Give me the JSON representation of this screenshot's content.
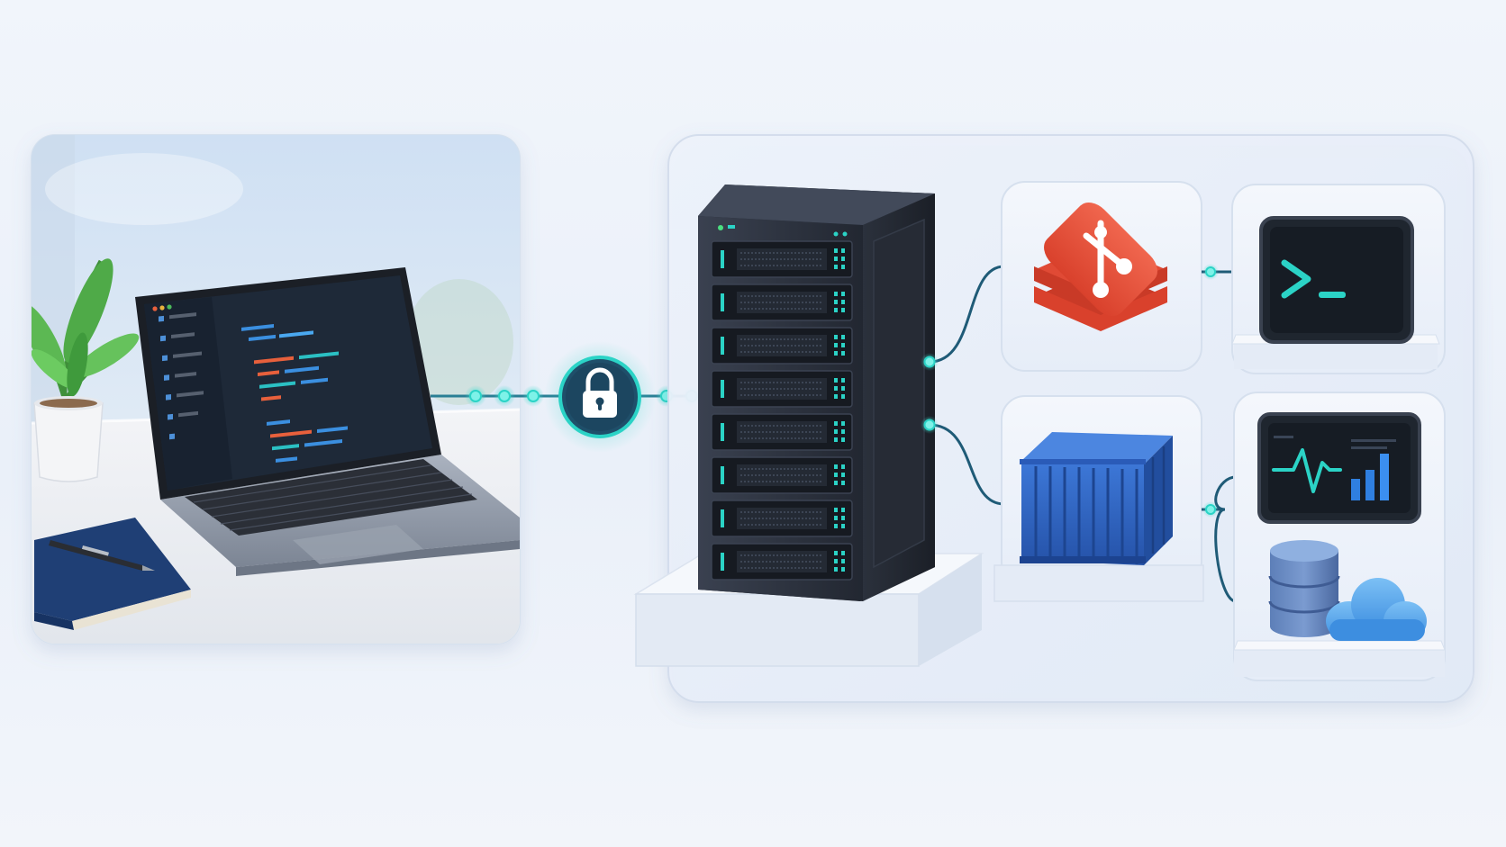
{
  "diagram": {
    "nodes": [
      {
        "id": "workstation",
        "icon": "laptop-code-editor-icon"
      },
      {
        "id": "secure-link",
        "icon": "padlock-icon"
      },
      {
        "id": "server",
        "icon": "server-rack-icon"
      },
      {
        "id": "git",
        "icon": "git-branch-icon"
      },
      {
        "id": "terminal",
        "icon": "terminal-prompt-icon"
      },
      {
        "id": "container",
        "icon": "shipping-container-icon"
      },
      {
        "id": "monitoring",
        "icon": "monitoring-dashboard-icon"
      },
      {
        "id": "storage",
        "icon": "database-cloud-icon"
      }
    ],
    "edges": [
      {
        "from": "workstation",
        "to": "secure-link"
      },
      {
        "from": "secure-link",
        "to": "server"
      },
      {
        "from": "server",
        "to": "git"
      },
      {
        "from": "server",
        "to": "container"
      },
      {
        "from": "git",
        "to": "terminal"
      },
      {
        "from": "container",
        "to": "monitoring"
      },
      {
        "from": "container",
        "to": "storage"
      }
    ]
  },
  "colors": {
    "accent": "#2bd3c6",
    "link": "#1f5b77",
    "git": "#e8503a",
    "container": "#2f64c8",
    "server": "#2a2f3a",
    "cloud": "#4a9be8",
    "chart": "#2f7fe0"
  }
}
